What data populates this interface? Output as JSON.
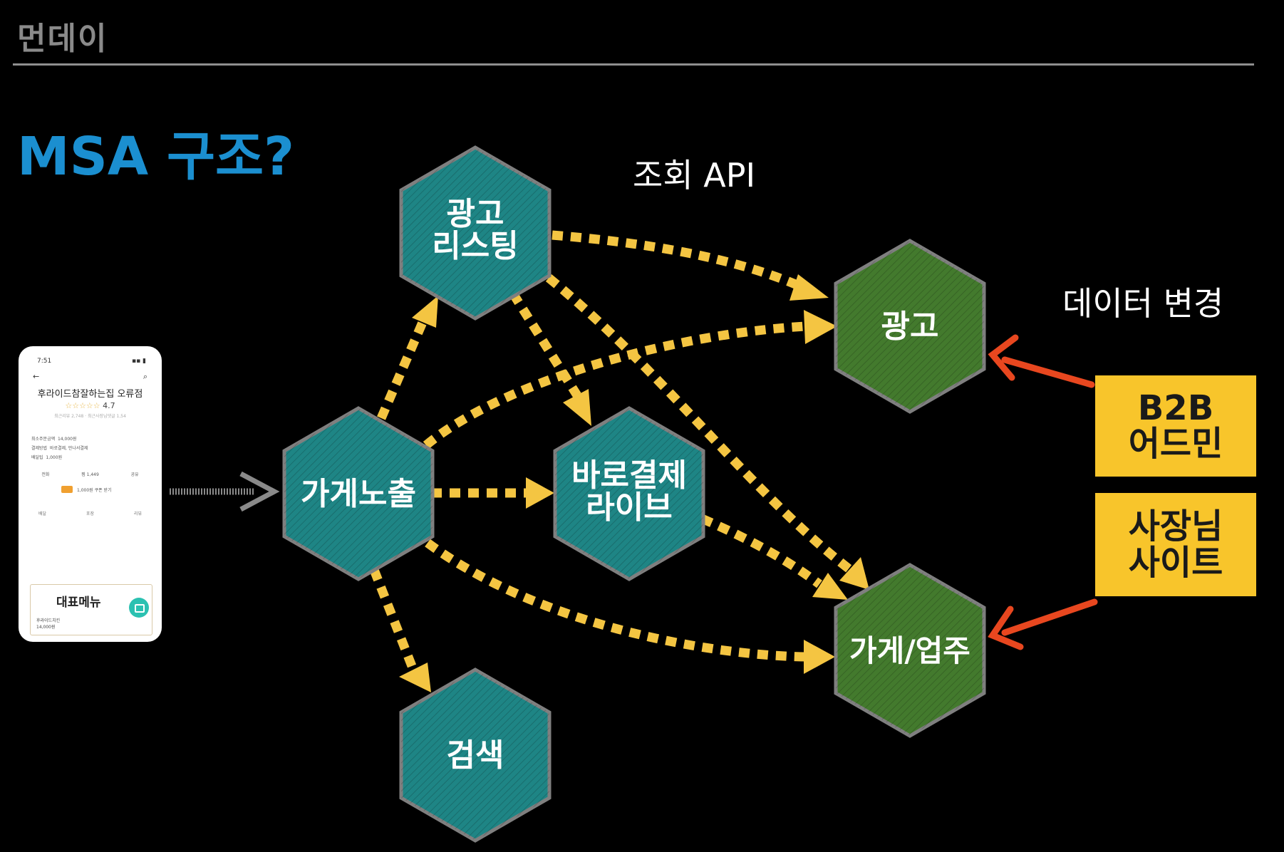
{
  "header": {
    "brand": "먼데이"
  },
  "slide": {
    "title": "MSA 구조?",
    "title_color": "#1b8fd0",
    "label_query_api": "조회 API",
    "label_data_change": "데이터 변경"
  },
  "nodes": {
    "ad_listing": {
      "line1": "광고",
      "line2": "리스팅"
    },
    "store_exposure": {
      "line1": "가게노출"
    },
    "baro_payment_live": {
      "line1": "바로결제",
      "line2": "라이브"
    },
    "search": {
      "line1": "검색"
    },
    "ad": {
      "line1": "광고"
    },
    "store_owner": {
      "line1": "가게/업주"
    }
  },
  "sources": {
    "b2b_admin": {
      "line1": "B2B",
      "line2": "어드민"
    },
    "owner_site": {
      "line1": "사장님",
      "line2": "사이트"
    }
  },
  "colors": {
    "teal_hex": "#1e8585",
    "green_hex": "#437a2d",
    "hex_border": "#7f7f7f",
    "arrow_dotted": "#f4c542",
    "arrow_update": "#e8471f",
    "source_box": "#f8c52b"
  },
  "phone": {
    "time": "7:51",
    "status_right": "▪▪ ▮",
    "back_icon": "←",
    "search_icon": "⌕",
    "store_name": "후라이드참잘하는집 오류점",
    "stars": "☆☆☆☆☆",
    "rating": "4.7",
    "sub_info": "최근리뷰 2,748 · 최근사장님댓글 1,54",
    "min_order_label": "최소주문금액",
    "min_order_value": "14,000원",
    "payment_label": "결제방법",
    "payment_value": "바로결제, 만나서결제",
    "delivery_fee_label": "배달팁",
    "delivery_fee_value": "1,000원",
    "action_call": "전화",
    "action_like": "찜 1,449",
    "action_share": "공유",
    "coupon_text": "1,000원 쿠폰 받기",
    "tab1": "배달",
    "tab2": "포장",
    "tab3": "리뷰",
    "menu_title": "대표메뉴",
    "menu_item": "후라이드치킨",
    "menu_price": "14,000원"
  }
}
